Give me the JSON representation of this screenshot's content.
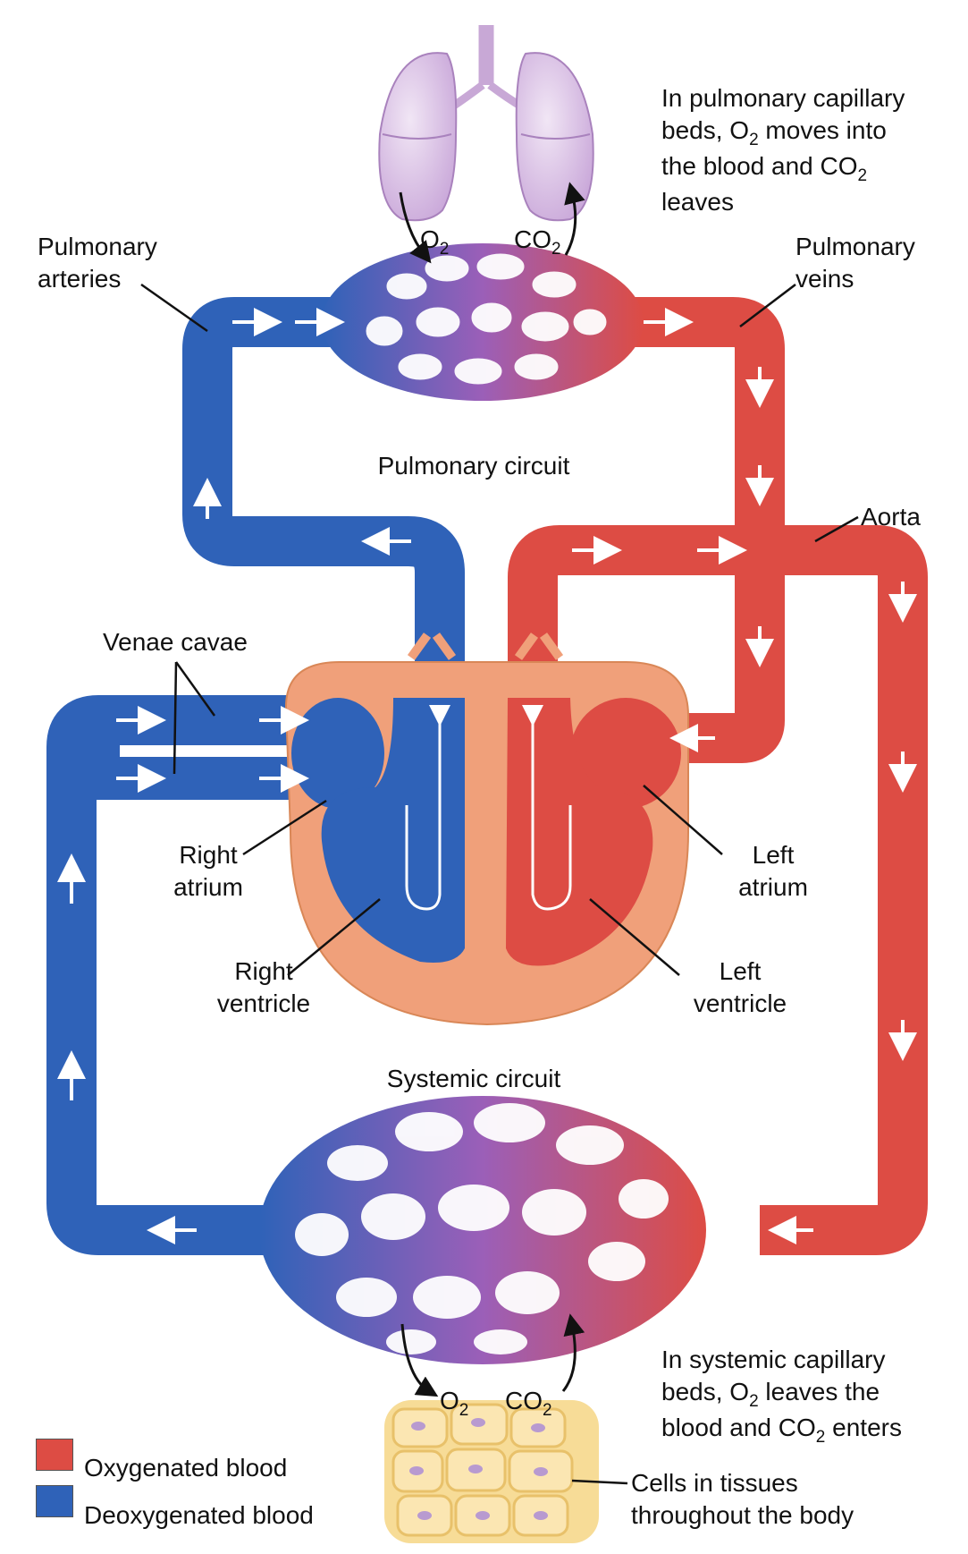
{
  "title": "",
  "pulmonary_note": {
    "l1": "In pulmonary capillary",
    "l2a": "beds, O",
    "l2b": "2",
    "l2c": " moves into",
    "l3a": "the blood and CO",
    "l3b": "2",
    "l4": "leaves"
  },
  "systemic_note": {
    "l1": "In systemic capillary",
    "l2a": "beds, O",
    "l2b": "2",
    "l2c": " leaves the",
    "l3a": "blood and CO",
    "l3b": "2",
    "l3c": " enters"
  },
  "labels": {
    "pulmonary_arteries": [
      "Pulmonary",
      "arteries"
    ],
    "pulmonary_veins": [
      "Pulmonary",
      "veins"
    ],
    "aorta": "Aorta",
    "venae_cavae": "Venae cavae",
    "right_atrium": [
      "Right",
      "atrium"
    ],
    "left_atrium": [
      "Left",
      "atrium"
    ],
    "right_ventricle": [
      "Right",
      "ventricle"
    ],
    "left_ventricle": [
      "Left",
      "ventricle"
    ],
    "pulmonary_circuit": "Pulmonary circuit",
    "systemic_circuit": "Systemic circuit",
    "cells": [
      "Cells in tissues",
      "throughout the body"
    ]
  },
  "gases": {
    "o2": "O",
    "co2": "CO",
    "sub": "2"
  },
  "legend": [
    {
      "label": "Oxygenated blood",
      "color": "#dd4c44"
    },
    {
      "label": "Deoxygenated blood",
      "color": "#2f62b8"
    }
  ],
  "colors": {
    "oxygenated": "#dd4c44",
    "deoxygenated": "#2f62b8",
    "capillary_mix": "#9b5fb8",
    "heart_tissue": "#f0a07a",
    "lungs": "#dcc6e6",
    "cells": "#f7dc97"
  }
}
